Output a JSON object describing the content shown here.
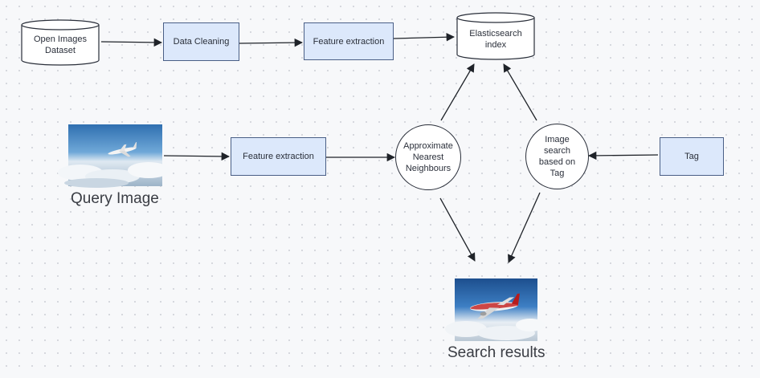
{
  "diagram": {
    "nodes": {
      "open_images": {
        "label": "Open Images\nDataset"
      },
      "data_cleaning": {
        "label": "Data Cleaning"
      },
      "feature_extraction_top": {
        "label": "Feature extraction"
      },
      "elasticsearch": {
        "label": "Elasticsearch\nindex"
      },
      "feature_extraction_query": {
        "label": "Feature extraction"
      },
      "ann": {
        "label": "Approximate\nNearest\nNeighbours"
      },
      "tag_search": {
        "label": "Image\nsearch\nbased on\nTag"
      },
      "tag": {
        "label": "Tag"
      }
    },
    "query_image": {
      "caption": "Query Image",
      "icon": "airplane-in-clouds-photo"
    },
    "search_results": {
      "caption": "Search results",
      "icon": "red-airliner-photo"
    },
    "colors": {
      "box_fill": "#dce8fb",
      "box_border": "#4a5f86",
      "edge": "#1f2329",
      "background": "#f7f8fa"
    }
  }
}
